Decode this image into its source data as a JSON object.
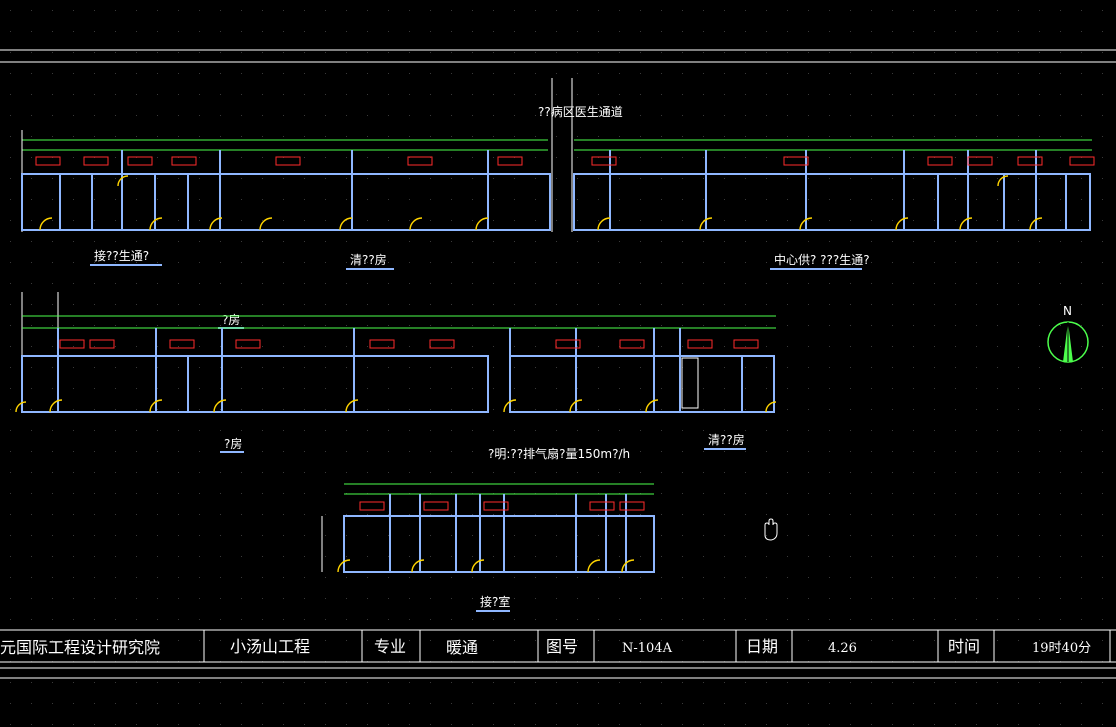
{
  "drawing": {
    "top_heading": "??病区医生通道",
    "plan_labels": {
      "jie_sheng_tong": "接??生通?",
      "qing_fang_1": "清??房",
      "zhongxin": "中心供? ???生通?",
      "fang_top": "?房",
      "fang_2": "?房",
      "qing_fang_2": "清??房",
      "note": "?明:??排气扇?量150m?/h",
      "jie_shi": "接?室"
    },
    "compass_north": "N"
  },
  "title_block": {
    "company": "元国际工程设计研究院",
    "project": "小汤山工程",
    "discipline_label": "专业",
    "discipline_value": "暖通",
    "drawing_no_label": "图号",
    "drawing_no_value": "N-104A",
    "date_label": "日期",
    "date_value": "4.26",
    "time_label": "时间",
    "time_value": "19时40分"
  },
  "colors": {
    "background": "#000000",
    "wall": "#8fb7ff",
    "dimension": "#4cff4c",
    "door": "#ffd400",
    "annotation": "#ff2b2b"
  }
}
